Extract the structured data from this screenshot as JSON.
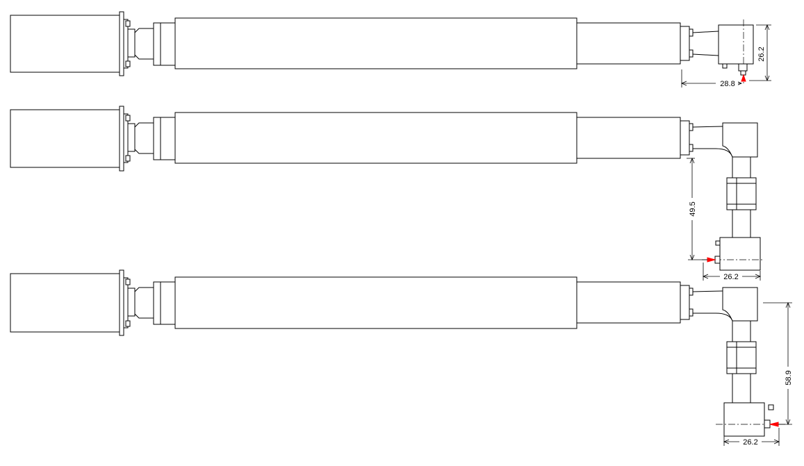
{
  "drawing": {
    "colors": {
      "line": "#000000",
      "marker": "#ff0000",
      "background": "#ffffff"
    },
    "dimensions": {
      "view1_height": "26.2",
      "view1_width": "28.8",
      "view2_offset": "49.5",
      "view2_width": "26.2",
      "view3_offset": "58.9",
      "view3_width": "26.2"
    }
  }
}
